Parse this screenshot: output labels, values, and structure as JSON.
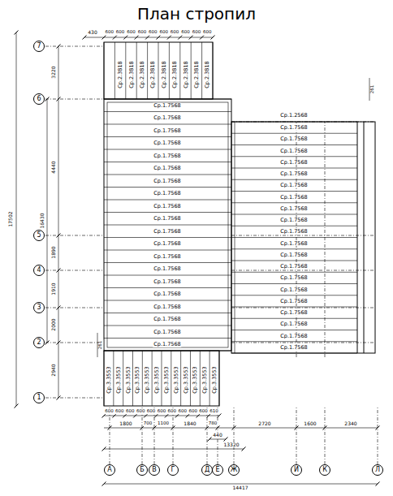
{
  "diagram": {
    "title": "План стропил",
    "nodes": [
      {
        "text": [
          "7"
        ]
      },
      {
        "text": [
          "6"
        ]
      },
      {
        "text": [
          "5"
        ]
      },
      {
        "text": [
          "4"
        ]
      },
      {
        "text": [
          "3"
        ]
      },
      {
        "text": [
          "2"
        ]
      },
      {
        "text": [
          "1"
        ]
      },
      {
        "text": [
          "А"
        ]
      },
      {
        "text": [
          "Б"
        ]
      },
      {
        "text": [
          "В"
        ]
      },
      {
        "text": [
          "Г"
        ]
      },
      {
        "text": [
          "Д"
        ]
      },
      {
        "text": [
          "Е"
        ]
      },
      {
        "text": [
          "Ж"
        ]
      },
      {
        "text": [
          "И"
        ]
      },
      {
        "text": [
          "К"
        ]
      },
      {
        "text": [
          "Л"
        ]
      }
    ],
    "labels": [
      "430",
      "600",
      "600",
      "600",
      "600",
      "600",
      "600",
      "600",
      "600",
      "600",
      "600",
      "Ср.2.3818",
      "Ср.2.3818",
      "Ср.2.3818",
      "Ср.2.3818",
      "Ср.2.3818",
      "Ср.2.3818",
      "Ср.2.3818",
      "Ср.2.3818",
      "Ср.2.3818",
      "3220",
      "4440",
      "16430",
      "1890",
      "1910",
      "2000",
      "2940",
      "17502",
      "261",
      "261",
      "Ср.1.7568",
      "Ср.1.7568",
      "Ср.1.7568",
      "Ср.1.7568",
      "Ср.1.7568",
      "Ср.1.7568",
      "Ср.1.7568",
      "Ср.1.7568",
      "Ср.1.7568",
      "Ср.1.7568",
      "Ср.1.7568",
      "Ср.1.7568",
      "Ср.1.7568",
      "Ср.1.7568",
      "Ср.1.7568",
      "Ср.1.7568",
      "Ср.1.7568",
      "Ср.1.7568",
      "Ср.1.7568",
      "Ср.1.7568",
      "Ср.1.2568",
      "Ср.1.7568",
      "Ср.1.7568",
      "Ср.1.7568",
      "Ср.1.7568",
      "Ср.1.7568",
      "Ср.1.7568",
      "Ср.1.7568",
      "Ср.1.7568",
      "Ср.1.7568",
      "Ср.1.7568",
      "Ср.1.7568",
      "Ср.1.7568",
      "Ср.1.7568",
      "Ср.1.7568",
      "Ср.1.7568",
      "Ср.1.7568",
      "Ср.1.7568",
      "Ср.1.7568",
      "Ср.1.7568",
      "Ср.1.7568",
      "Ср.3.3553",
      "Ср.3.3553",
      "Ср.3.3553",
      "Ср.3.3553",
      "Ср.3.3553",
      "Ср.3.3553",
      "Ср.3.3553",
      "Ср.3.3553",
      "Ср.3.3553",
      "Ср.3.3553",
      "Ср.3.3553",
      "Ср.3.3553",
      "600",
      "600",
      "600",
      "600",
      "600",
      "600",
      "600",
      "600",
      "600",
      "600",
      "610",
      "1800",
      "700",
      "1100",
      "1840",
      "780",
      "440",
      "13320",
      "2720",
      "1600",
      "2340",
      "14417"
    ]
  }
}
